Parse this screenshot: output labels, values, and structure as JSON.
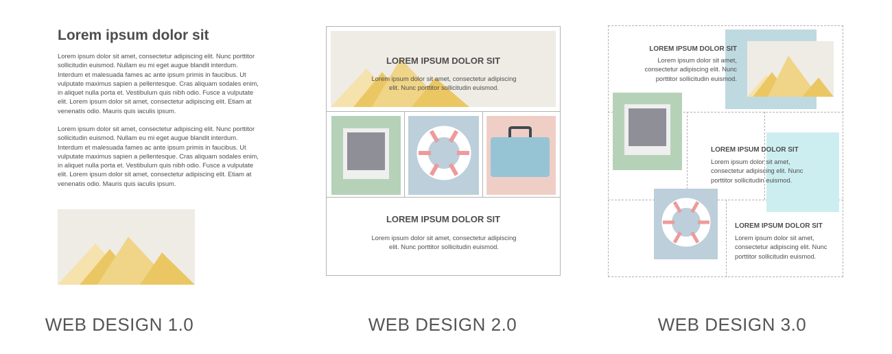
{
  "colors": {
    "text": "#4d4d4d",
    "caption": "#555555",
    "sand": "#efece6",
    "mountain_dark": "#ebc764",
    "mountain_mid": "#f0d487",
    "mountain_light": "#f5e2ac",
    "green_tile": "#b5d2b8",
    "blue_tile": "#bccfdb",
    "pink_tile": "#efcfc5",
    "cyan_tile": "#cdeef0",
    "photo_gray": "#8f8f97",
    "lifebuoy_red": "#ee9a9a",
    "briefcase_blue": "#97c4d5",
    "briefcase_handle": "#3f4a52"
  },
  "web1": {
    "title": "Lorem ipsum dolor sit",
    "p1": "Lorem ipsum dolor sit amet, consectetur adipiscing elit. Nunc porttitor sollicitudin euismod. Nullam eu mi eget augue blandit interdum. Interdum et malesuada fames ac ante ipsum primis in faucibus. Ut vulputate maximus sapien a pellentesque. Cras aliquam sodales enim, in aliquet nulla porta et. Vestibulum quis nibh odio. Fusce a vulputate elit. Lorem ipsum dolor sit amet, consectetur adipiscing elit. Etiam at venenatis odio. Mauris quis iaculis ipsum.",
    "p2": "Lorem ipsum dolor sit amet, consectetur adipiscing elit. Nunc porttitor sollicitudin euismod. Nullam eu mi eget augue blandit interdum. Interdum et malesuada fames ac ante ipsum primis in faucibus. Ut vulputate maximus sapien a pellentesque. Cras aliquam sodales enim, in aliquet nulla porta et. Vestibulum quis nibh odio. Fusce a vulputate elit. Lorem ipsum dolor sit amet, consectetur adipiscing elit. Etiam at venenatis odio. Mauris quis iaculis ipsum.",
    "caption": "WEB DESIGN 1.0"
  },
  "web2": {
    "hero_title": "LOREM IPSUM DOLOR SIT",
    "hero_text": "Lorem ipsum dolor sit amet, consectetur adipiscing elit. Nunc porttitor sollicitudin euismod.",
    "bottom_title": "LOREM IPSUM DOLOR SIT",
    "bottom_text": "Lorem ipsum dolor sit amet, consectetur adipiscing elit. Nunc porttitor sollicitudin euismod.",
    "caption": "WEB DESIGN 2.0"
  },
  "web3": {
    "block1_title": "LOREM IPSUM DOLOR SIT",
    "block1_text": "Lorem ipsum dolor sit amet, consectetur adipiscing elit. Nunc porttitor sollicitudin euismod.",
    "block2_title": "LOREM IPSUM DOLOR SIT",
    "block2_text": "Lorem ipsum dolor sit amet, consectetur adipiscing elit. Nunc porttitor sollicitudin euismod.",
    "block3_title": "LOREM IPSUM DOLOR SIT",
    "block3_text": "Lorem ipsum dolor sit amet, consectetur adipiscing elit. Nunc porttitor sollicitudin euismod.",
    "caption": "WEB DESIGN 3.0"
  }
}
